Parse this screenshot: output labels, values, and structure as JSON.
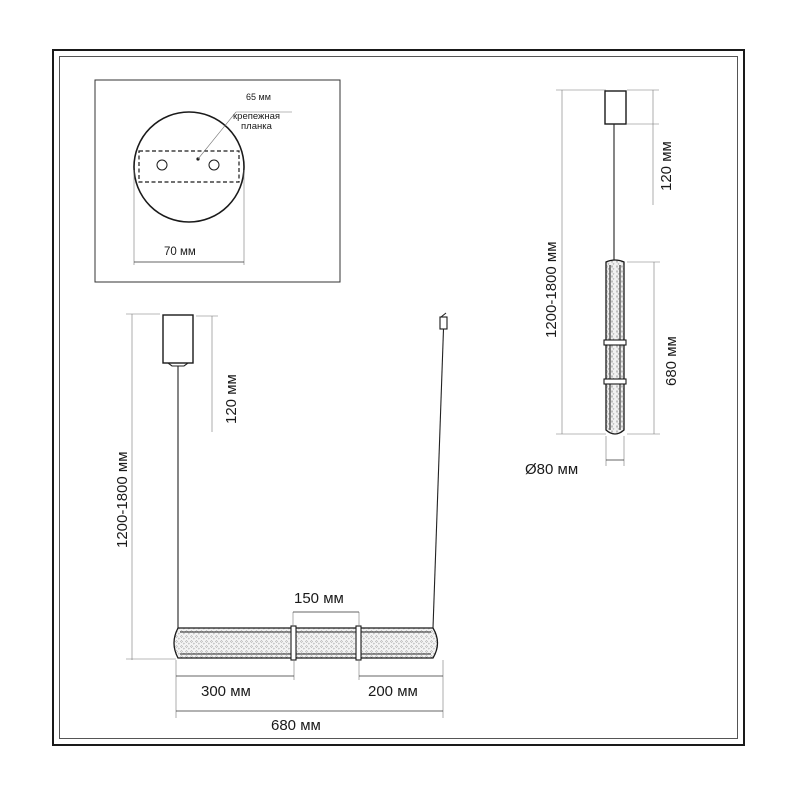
{
  "mounting_plate": {
    "plate_width_label": "65 мм",
    "plate_name_line1": "крепежная",
    "plate_name_line2": "планка",
    "diameter_label": "70 мм"
  },
  "horizontal_view": {
    "suspension_label": "1200-1800 мм",
    "canopy_label": "120 мм",
    "segment_mid_label": "150 мм",
    "segment_left_label": "300 мм",
    "segment_right_label": "200 мм",
    "total_length_label": "680 мм"
  },
  "vertical_view": {
    "suspension_label": "1200-1800 мм",
    "canopy_label": "120 мм",
    "body_length_label": "680 мм",
    "diameter_label": "Ø80 мм"
  }
}
